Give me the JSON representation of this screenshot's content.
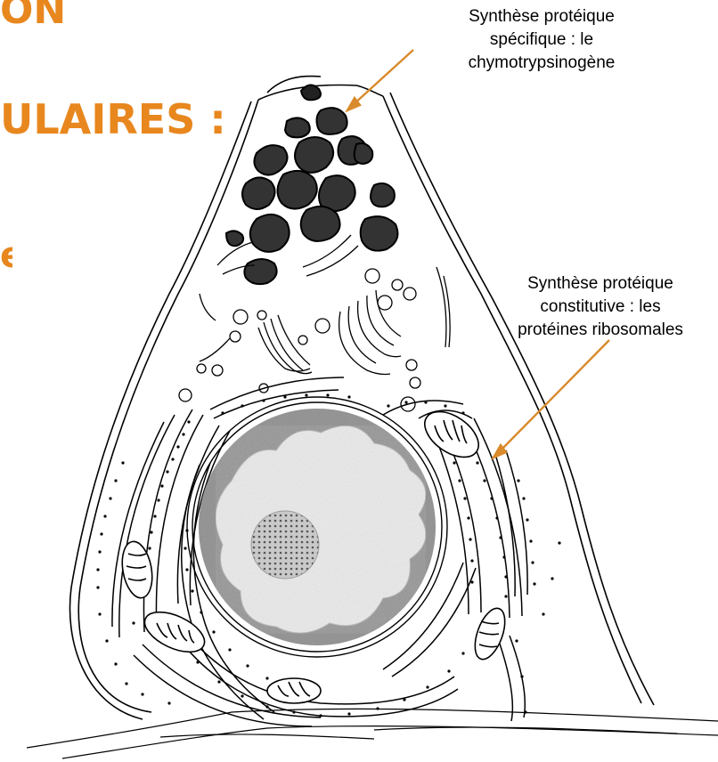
{
  "headings": {
    "line1": "ON",
    "line2": "ULAIRES :",
    "line3": "e"
  },
  "annotations": [
    {
      "line1": "Synthèse protéique",
      "line2": "spécifique : le",
      "line3": "chymotrypsinogène"
    },
    {
      "line1": "Synthèse protéique",
      "line2": "constitutive : les",
      "line3": "protéines ribosomales"
    }
  ],
  "colors": {
    "heading": "#e8871e",
    "arrow": "#d98a2b",
    "granule": "#333333",
    "nucleus": "#9a9a9a",
    "nucleoplasm": "#eeeeee"
  }
}
